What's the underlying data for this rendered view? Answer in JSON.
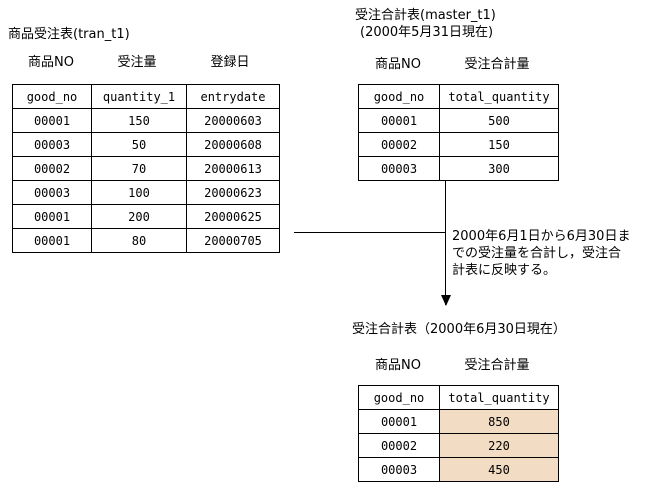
{
  "diagram": {
    "tran_table": {
      "title": "商品受注表(tran_t1)",
      "column_labels": [
        "商品NO",
        "受注量",
        "登録日"
      ],
      "headers": [
        "good_no",
        "quantity_1",
        "entrydate"
      ],
      "rows": [
        [
          "00001",
          "150",
          "20000603"
        ],
        [
          "00003",
          "50",
          "20000608"
        ],
        [
          "00002",
          "70",
          "20000613"
        ],
        [
          "00003",
          "100",
          "20000623"
        ],
        [
          "00001",
          "200",
          "20000625"
        ],
        [
          "00001",
          "80",
          "20000705"
        ]
      ]
    },
    "master_table": {
      "title_line1": "受注合計表(master_t1)",
      "title_line2": "(2000年5月31日現在)",
      "column_labels": [
        "商品NO",
        "受注合計量"
      ],
      "headers": [
        "good_no",
        "total_quantity"
      ],
      "rows": [
        [
          "00001",
          "500"
        ],
        [
          "00002",
          "150"
        ],
        [
          "00003",
          "300"
        ]
      ]
    },
    "result_table": {
      "title": "受注合計表（2000年6月30日現在）",
      "column_labels": [
        "商品NO",
        "受注合計量"
      ],
      "headers": [
        "good_no",
        "total_quantity"
      ],
      "rows": [
        [
          "00001",
          "850"
        ],
        [
          "00002",
          "220"
        ],
        [
          "00003",
          "450"
        ]
      ],
      "highlight_color": "#f3dcc4"
    },
    "annotation": "2000年6月1日から6月30日ま\nでの受注量を合計し，受注合\n計表に反映する。"
  }
}
